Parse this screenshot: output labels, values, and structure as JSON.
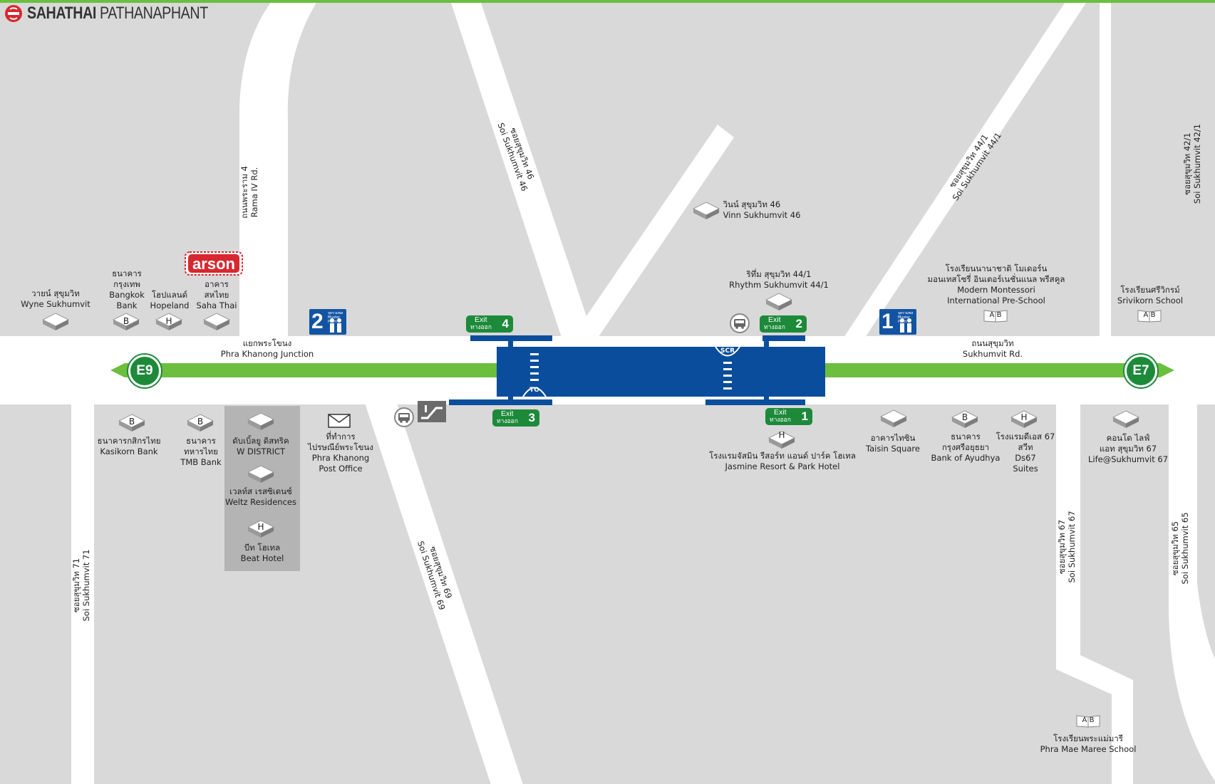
{
  "brand": {
    "name_bold": "SAHATHAI",
    "name_light": "PATHANAPHANT",
    "logo_text": "arson"
  },
  "colors": {
    "rail": "#6cbf3e",
    "station": "#0a4d9c",
    "exit": "#1d8a3a",
    "road": "#ffffff",
    "block": "#d9d9d9",
    "highlight_block": "#b4b4b4"
  },
  "line": {
    "west_station": "E9",
    "east_station": "E7"
  },
  "exits": [
    {
      "id": "1",
      "label_en": "Exit",
      "label_th": "ทางออก",
      "num": "1"
    },
    {
      "id": "2",
      "label_en": "Exit",
      "label_th": "ทางออก",
      "num": "2"
    },
    {
      "id": "3",
      "label_en": "Exit",
      "label_th": "ทางออก",
      "num": "3"
    },
    {
      "id": "4",
      "label_en": "Exit",
      "label_th": "ทางออก",
      "num": "4"
    }
  ],
  "meeting_points": [
    {
      "num": "1",
      "text": "จุดรวมพล Muster Point"
    },
    {
      "num": "2",
      "text": "จุดรวมพล Muster Point"
    }
  ],
  "station_marks": {
    "west": "TO",
    "east": "SCR"
  },
  "roads": {
    "rama4": {
      "th": "ถนนพระราม 4",
      "en": "Rama IV Rd."
    },
    "soi46": {
      "th": "ซอยสุขุมวิท 46",
      "en": "Soi Sukhumvit 46"
    },
    "soi44_1": {
      "th": "ซอยสุขุมวิท 44/1",
      "en": "Soi Sukhumvit 44/1"
    },
    "soi42_1": {
      "th": "ซอยสุขุมวิท 42/1",
      "en": "Soi Sukhumvit 42/1"
    },
    "soi71": {
      "th": "ซอยสุขุมวิท 71",
      "en": "Soi Sukhumvit 71"
    },
    "soi69": {
      "th": "ซอยสุขุมวิท 69",
      "en": "Soi Sukhumvit 69"
    },
    "soi67": {
      "th": "ซอยสุขุมวิท 67",
      "en": "Soi Sukhumvit 67"
    },
    "soi65": {
      "th": "ซอยสุขุมวิท 65",
      "en": "Soi Sukhumvit 65"
    },
    "junction": {
      "th": "แยกพระโขนง",
      "en": "Phra Khanong Junction"
    },
    "sukhumvit": {
      "th": "ถนนสุขุมวิท",
      "en": "Sukhumvit Rd."
    }
  },
  "pois": {
    "wyne": {
      "th": "วายน์ สุขุมวิท",
      "en": "Wyne Sukhumvit"
    },
    "bbl": {
      "th1": "ธนาคาร",
      "th2": "กรุงเทพ",
      "en1": "Bangkok",
      "en2": "Bank",
      "icon": "B"
    },
    "hopeland": {
      "th": "โฮปแลนด์",
      "en": "Hopeland",
      "icon": "H"
    },
    "sahathai": {
      "th1": "อาคาร",
      "th2": "สหไทย",
      "en": "Saha Thai"
    },
    "vinn": {
      "th": "วินน์ สุขุมวิท 46",
      "en": "Vinn Sukhumvit 46"
    },
    "rhythm": {
      "th": "ริทึ่ม สุขุมวิท 44/1",
      "en": "Rhythm Sukhumvit 44/1"
    },
    "montessori": {
      "th1": "โรงเรียนนานาชาติ โมเดอร์น",
      "th2": "มอนเทสโซรี่ อินเตอร์เนชั่นแนล พรีสคูล",
      "en1": "Modern Montessori",
      "en2": "International Pre-School",
      "icon": "A B"
    },
    "srivikorn": {
      "th": "โรงเรียนศรีวิกรม์",
      "en": "Srivikorn School",
      "icon": "A B"
    },
    "kbank": {
      "th": "ธนาคารกสิกรไทย",
      "en": "Kasikorn Bank",
      "icon": "B"
    },
    "tmb": {
      "th1": "ธนาคาร",
      "th2": "ทหารไทย",
      "en": "TMB Bank",
      "icon": "B"
    },
    "wdistrict": {
      "th": "ดับเบิ้ลยู ดิสทริค",
      "en": "W DISTRICT"
    },
    "weltz": {
      "th": "เวลท์ส เรสซิเดนซ์",
      "en": "Weltz Residences"
    },
    "beat": {
      "th": "บีท โฮเทล",
      "en": "Beat Hotel",
      "icon": "H"
    },
    "post": {
      "th1": "ที่ทำการ",
      "th2": "ไปรษณีย์พระโขนง",
      "en1": "Phra Khanong",
      "en2": "Post Office"
    },
    "jasmine": {
      "th": "โรงแรมจัสมิน รีสอร์ท แอนด์ ปาร์ค โฮเทล",
      "en": "Jasmine Resort & Park Hotel",
      "icon": "H"
    },
    "taisin": {
      "th": "อาคารไทซิน",
      "en": "Taisin Square"
    },
    "ayudhya": {
      "th1": "ธนาคาร",
      "th2": "กรุงศรีอยุธยา",
      "en": "Bank of Ayudhya",
      "icon": "B"
    },
    "ds67": {
      "th1": "โรงแรมดีเอส 67",
      "th2": "สวีท",
      "en1": "Ds67",
      "en2": "Suites",
      "icon": "H"
    },
    "life67": {
      "th1": "คอนโด ไลฟ์",
      "th2": "แอท สุขุมวิท 67",
      "en": "Life@Sukhumvit 67"
    },
    "maemaree": {
      "th": "โรงเรียนพระแม่มารี",
      "en": "Phra Mae Maree School",
      "icon": "A B"
    }
  }
}
